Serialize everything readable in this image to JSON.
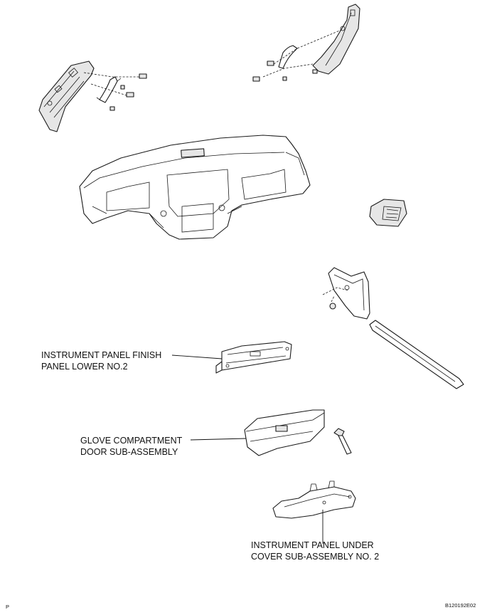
{
  "labels": {
    "finish_panel_line1": "INSTRUMENT PANEL FINISH",
    "finish_panel_line2": "PANEL LOWER NO.2",
    "glove_line1": "GLOVE COMPARTMENT",
    "glove_line2": "DOOR SUB-ASSEMBLY",
    "under_cover_line1": "INSTRUMENT PANEL UNDER",
    "under_cover_line2": "COVER SUB-ASSEMBLY NO. 2"
  },
  "footer": {
    "left_mark": "P",
    "figure_code": "B120192E02"
  }
}
